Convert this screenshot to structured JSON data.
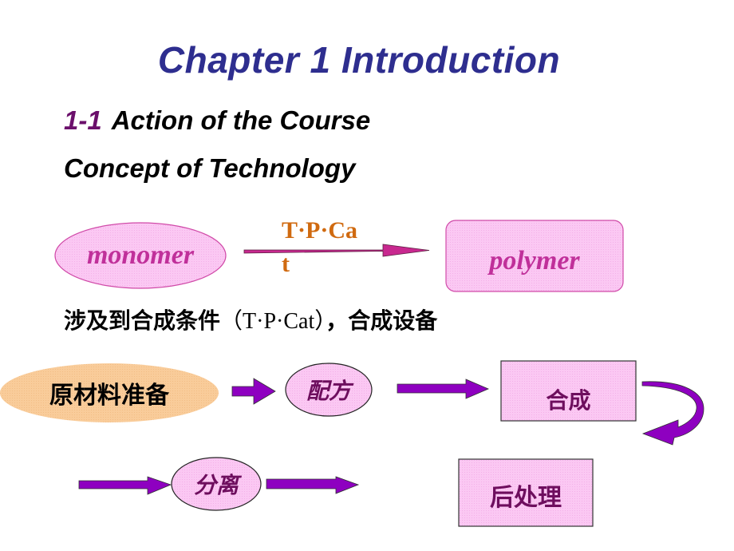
{
  "slide": {
    "title": "Chapter 1 Introduction",
    "section_number": "1-1",
    "section_title": "Action of the Course",
    "subheading": "Concept of Technology"
  },
  "reaction": {
    "reactant": "monomer",
    "conditions_line1": "T·P·Ca",
    "conditions_line2": "t",
    "product": "polymer"
  },
  "note": {
    "text_prefix": "涉及到合成条件",
    "text_paren": "（T·P·Cat）",
    "text_suffix": "，合成设备"
  },
  "process_flow": {
    "steps": [
      {
        "label": "原材料准备",
        "shape": "ellipse"
      },
      {
        "label": "配方",
        "shape": "ellipse"
      },
      {
        "label": "合成",
        "shape": "rectangle"
      },
      {
        "label": "分离",
        "shape": "ellipse"
      },
      {
        "label": "后处理",
        "shape": "rectangle"
      }
    ]
  },
  "colors": {
    "title": "#2e2e8f",
    "section_number": "#6b0f6b",
    "pink_fill": "#fbc8f3",
    "pink_border": "#d04aa8",
    "magenta_text": "#c0309a",
    "arrow_magenta": "#c8288f",
    "arrow_purple": "#8e00c0",
    "orange_fill": "#f9cc9a",
    "condition_text": "#d06a10"
  }
}
